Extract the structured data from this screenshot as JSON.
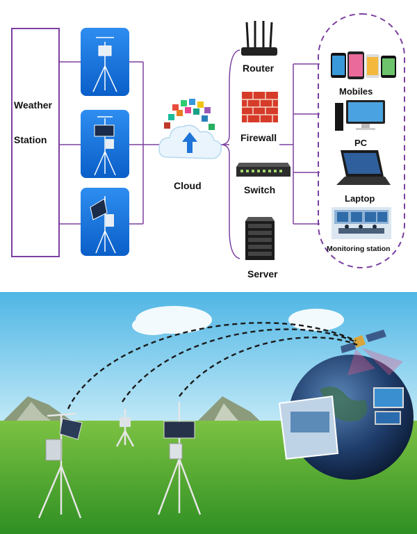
{
  "diagram": {
    "weather_station_lines": [
      "Weather",
      "Station"
    ],
    "cloud_label": "Cloud",
    "network": {
      "router": "Router",
      "firewall": "Firewall",
      "switch": "Switch",
      "server": "Server"
    },
    "endpoints": {
      "mobiles": "Mobiles",
      "pc": "PC",
      "laptop": "Laptop",
      "monitoring": "Monitoring station"
    }
  },
  "colors": {
    "line": "#7b3fa0",
    "tile_top": "#2e8df0",
    "tile_bottom": "#0a5fc8",
    "sky": "#8fd0ef",
    "grass": "#3fa52b"
  },
  "icons": [
    "weather-station-icon",
    "cloud-icon",
    "app-icons",
    "router-icon",
    "firewall-icon",
    "switch-icon",
    "server-icon",
    "mobiles-icon",
    "pc-icon",
    "laptop-icon",
    "monitoring-room-icon",
    "satellite-icon",
    "globe-icon"
  ]
}
